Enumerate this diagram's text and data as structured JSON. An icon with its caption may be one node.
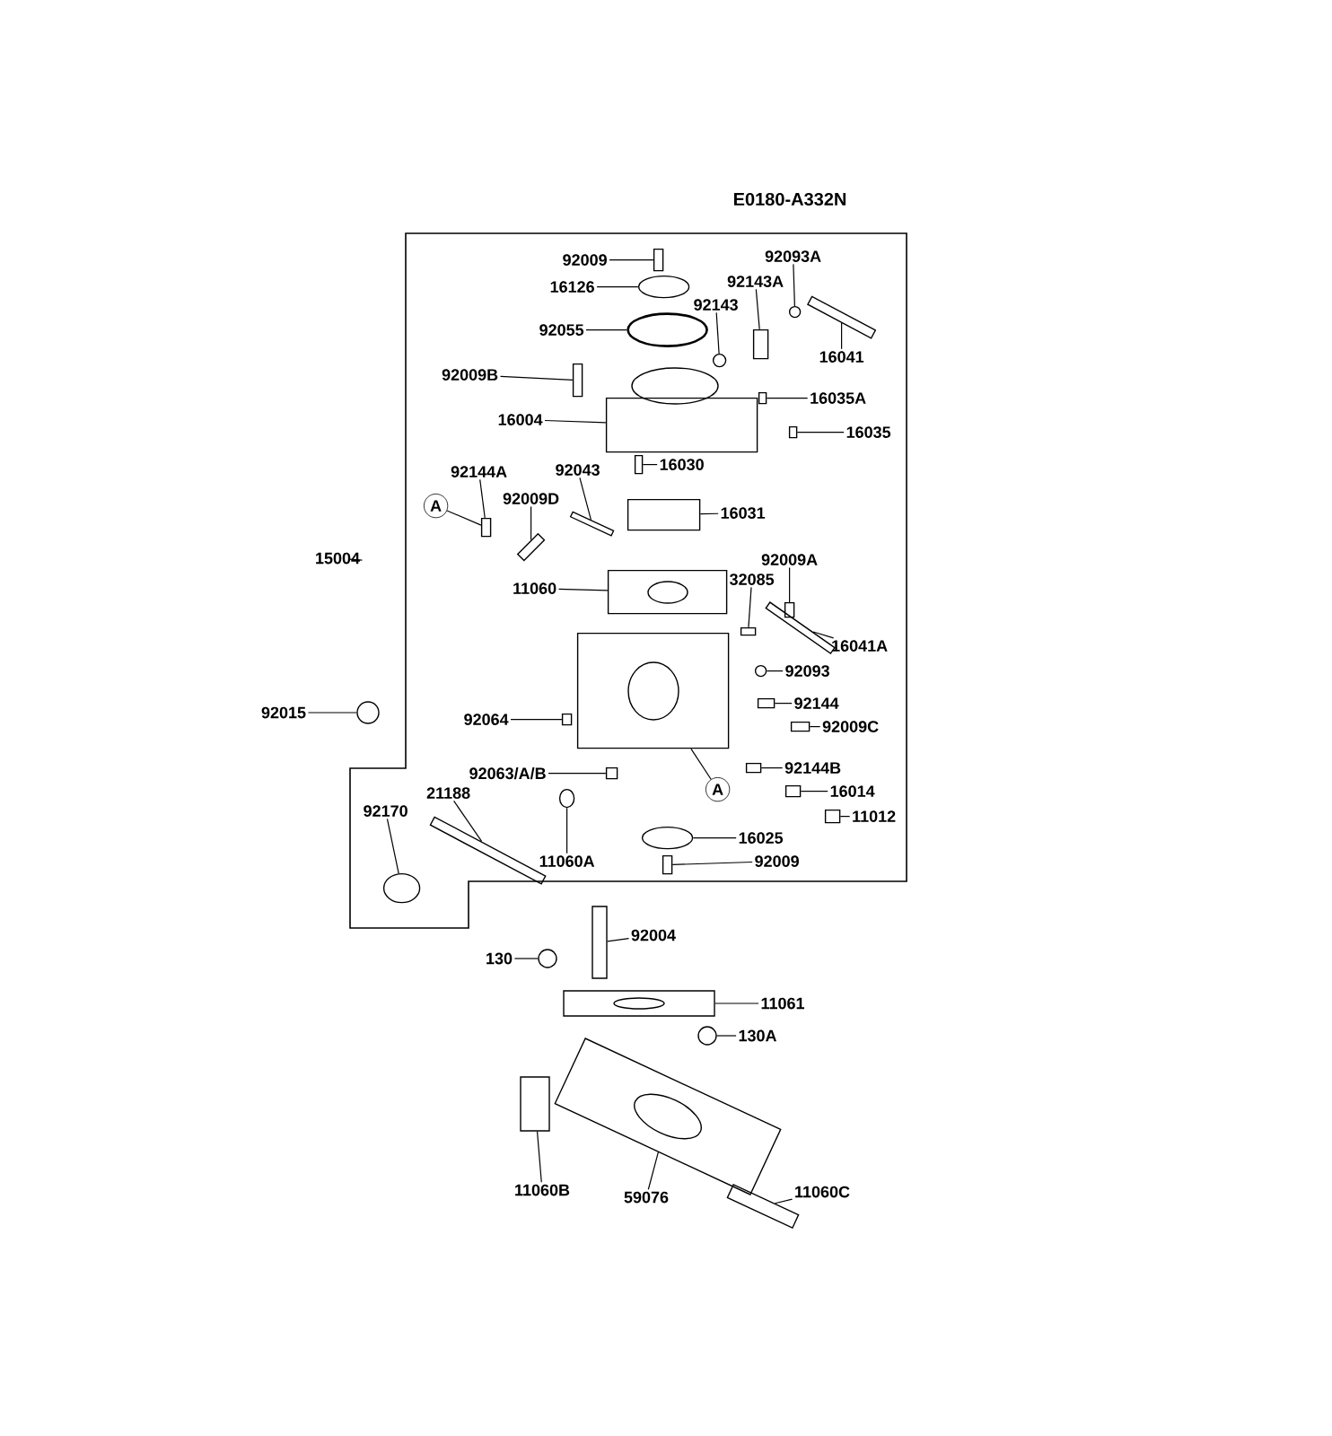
{
  "diagram": {
    "nodes": [
      {
        "text": [],
        "shape": "box"
      },
      {
        "text": [
          "92009"
        ],
        "in": 0
      },
      {
        "text": [
          "16126"
        ],
        "in": 0
      },
      {
        "text": [
          "92055"
        ],
        "in": 0
      },
      {
        "text": [
          "92143A"
        ],
        "in": 0
      },
      {
        "text": [
          "92093A"
        ],
        "in": 0
      },
      {
        "text": [
          "92143"
        ],
        "in": 0
      },
      {
        "text": [
          "16041"
        ],
        "in": 0
      },
      {
        "text": [
          "92009B"
        ],
        "in": 0
      },
      {
        "text": [
          "16004"
        ],
        "in": 0
      },
      {
        "text": [
          "16035A"
        ],
        "in": 0
      },
      {
        "text": [
          "16035"
        ],
        "in": 0
      },
      {
        "text": [
          "16030"
        ],
        "in": 0
      },
      {
        "text": [
          "92144A"
        ],
        "in": 0
      },
      {
        "text": [
          "92043"
        ],
        "in": 0
      },
      {
        "text": [
          "92009D"
        ],
        "in": 0
      },
      {
        "text": [
          "A"
        ],
        "in": 0
      },
      {
        "text": [
          "16031"
        ],
        "in": 0
      },
      {
        "text": [
          "15004"
        ]
      },
      {
        "text": [
          "11060"
        ],
        "in": 0
      },
      {
        "text": [
          "92009A"
        ],
        "in": 0
      },
      {
        "text": [
          "32085"
        ],
        "in": 0
      },
      {
        "text": [
          "16041A"
        ],
        "in": 0
      },
      {
        "text": [
          "92093"
        ],
        "in": 0
      },
      {
        "text": [
          "92015"
        ]
      },
      {
        "text": [
          "92064"
        ],
        "in": 0
      },
      {
        "text": [
          "92144"
        ],
        "in": 0
      },
      {
        "text": [
          "92009C"
        ],
        "in": 0
      },
      {
        "text": [
          "92063/A/B"
        ],
        "in": 0
      },
      {
        "text": [
          "21188"
        ],
        "in": 0
      },
      {
        "text": [
          "92144B"
        ],
        "in": 0
      },
      {
        "text": [
          "92170"
        ],
        "in": 0
      },
      {
        "text": [
          "A"
        ],
        "in": 0
      },
      {
        "text": [
          "16014"
        ],
        "in": 0
      },
      {
        "text": [
          "11012"
        ],
        "in": 0
      },
      {
        "text": [
          "16025"
        ],
        "in": 0
      },
      {
        "text": [
          "11060A"
        ],
        "in": 0
      },
      {
        "text": [
          "92009"
        ],
        "in": 0
      },
      {
        "text": [
          "92004"
        ]
      },
      {
        "text": [
          "130"
        ]
      },
      {
        "text": [
          "11061"
        ]
      },
      {
        "text": [
          "130A"
        ]
      },
      {
        "text": [
          "11060B"
        ]
      },
      {
        "text": [
          "59076"
        ]
      },
      {
        "text": [
          "11060C"
        ]
      },
      {
        "text": [],
        "shape": "box",
        "in": 0
      },
      {
        "text": [],
        "shape": "circle",
        "in": 0
      },
      {
        "text": [],
        "shape": "circle",
        "in": 0
      },
      {
        "text": [],
        "shape": "box",
        "in": 0
      },
      {
        "text": [],
        "shape": "circle",
        "in": 0
      },
      {
        "text": [],
        "shape": "circle",
        "in": 0
      },
      {
        "text": [],
        "shape": "box",
        "in": 0
      },
      {
        "text": [],
        "shape": "box",
        "in": 0
      },
      {
        "text": [],
        "shape": "box",
        "in": 0
      },
      {
        "text": [],
        "shape": "box",
        "in": 0
      },
      {
        "text": [],
        "shape": "box",
        "in": 0
      },
      {
        "text": [],
        "shape": "box",
        "in": 0
      },
      {
        "text": [],
        "shape": "box",
        "in": 0
      },
      {
        "text": [],
        "shape": "box",
        "in": 0
      },
      {
        "text": [],
        "shape": "box",
        "in": 0
      },
      {
        "text": [],
        "shape": "box",
        "in": 0
      },
      {
        "text": [],
        "shape": "box",
        "in": 0
      },
      {
        "text": [],
        "shape": "box",
        "in": 0
      },
      {
        "text": [],
        "shape": "box",
        "in": 0
      },
      {
        "text": [],
        "shape": "box",
        "in": 0
      },
      {
        "text": [],
        "shape": "circle",
        "in": 0
      },
      {
        "text": [],
        "shape": "circle"
      },
      {
        "text": [],
        "shape": "box",
        "in": 0
      },
      {
        "text": [],
        "shape": "box",
        "in": 0
      },
      {
        "text": [],
        "shape": "box",
        "in": 0
      },
      {
        "text": [],
        "shape": "box",
        "in": 0
      },
      {
        "text": [],
        "shape": "box",
        "in": 0
      },
      {
        "text": [],
        "shape": "box",
        "in": 0
      },
      {
        "text": [],
        "shape": "circle",
        "in": 0
      },
      {
        "text": [],
        "shape": "box",
        "in": 0
      },
      {
        "text": [],
        "shape": "box",
        "in": 0
      },
      {
        "text": [],
        "shape": "box",
        "in": 0
      },
      {
        "text": [],
        "shape": "circle",
        "in": 0
      },
      {
        "text": [],
        "shape": "circle",
        "in": 0
      },
      {
        "text": [],
        "shape": "box",
        "in": 0
      },
      {
        "text": [],
        "shape": "box"
      },
      {
        "text": [],
        "shape": "circle"
      },
      {
        "text": [],
        "shape": "box"
      },
      {
        "text": [],
        "shape": "circle"
      },
      {
        "text": [],
        "shape": "box"
      },
      {
        "text": [],
        "shape": "box"
      },
      {
        "text": [],
        "shape": "box"
      }
    ],
    "edges": [
      {
        "from": 1,
        "to": 45,
        "arrow": "none"
      },
      {
        "from": 2,
        "to": 46,
        "arrow": "none"
      },
      {
        "from": 3,
        "to": 47,
        "arrow": "none"
      },
      {
        "from": 4,
        "to": 48,
        "arrow": "none"
      },
      {
        "from": 5,
        "to": 49,
        "arrow": "none"
      },
      {
        "from": 6,
        "to": 50,
        "arrow": "none"
      },
      {
        "from": 7,
        "to": 51,
        "arrow": "none"
      },
      {
        "from": 8,
        "to": 52,
        "arrow": "none"
      },
      {
        "from": 9,
        "to": 53,
        "arrow": "none"
      },
      {
        "from": 10,
        "to": 54,
        "arrow": "none"
      },
      {
        "from": 11,
        "to": 55,
        "arrow": "none"
      },
      {
        "from": 12,
        "to": 56,
        "arrow": "none"
      },
      {
        "from": 13,
        "to": 57,
        "arrow": "none"
      },
      {
        "from": 14,
        "to": 58,
        "arrow": "none"
      },
      {
        "from": 15,
        "to": 59,
        "arrow": "none"
      },
      {
        "from": 16,
        "to": 57,
        "arrow": "none"
      },
      {
        "from": 17,
        "to": 60,
        "arrow": "none"
      },
      {
        "from": 18,
        "to": 0,
        "arrow": "none"
      },
      {
        "from": 19,
        "to": 61,
        "arrow": "none"
      },
      {
        "from": 20,
        "to": 62,
        "arrow": "none"
      },
      {
        "from": 21,
        "to": 63,
        "arrow": "none"
      },
      {
        "from": 22,
        "to": 64,
        "arrow": "none"
      },
      {
        "from": 23,
        "to": 65,
        "arrow": "none"
      },
      {
        "from": 24,
        "to": 66,
        "arrow": "none"
      },
      {
        "from": 25,
        "to": 67,
        "arrow": "none"
      },
      {
        "from": 26,
        "to": 68,
        "arrow": "none"
      },
      {
        "from": 27,
        "to": 69,
        "arrow": "none"
      },
      {
        "from": 28,
        "to": 70,
        "arrow": "none"
      },
      {
        "from": 29,
        "to": 71,
        "arrow": "none"
      },
      {
        "from": 30,
        "to": 72,
        "arrow": "none"
      },
      {
        "from": 31,
        "to": 73,
        "arrow": "none"
      },
      {
        "from": 32,
        "to": 74,
        "arrow": "none"
      },
      {
        "from": 33,
        "to": 75,
        "arrow": "none"
      },
      {
        "from": 34,
        "to": 76,
        "arrow": "none"
      },
      {
        "from": 35,
        "to": 77,
        "arrow": "none"
      },
      {
        "from": 36,
        "to": 78,
        "arrow": "none"
      },
      {
        "from": 37,
        "to": 79,
        "arrow": "none"
      },
      {
        "from": 38,
        "to": 80,
        "arrow": "none"
      },
      {
        "from": 39,
        "to": 81,
        "arrow": "none"
      },
      {
        "from": 40,
        "to": 82,
        "arrow": "none"
      },
      {
        "from": 41,
        "to": 83,
        "arrow": "none"
      },
      {
        "from": 42,
        "to": 84,
        "arrow": "none"
      },
      {
        "from": 43,
        "to": 85,
        "arrow": "none"
      },
      {
        "from": 44,
        "to": 86,
        "arrow": "none"
      }
    ],
    "labels": [
      "E0180-A332N"
    ]
  }
}
